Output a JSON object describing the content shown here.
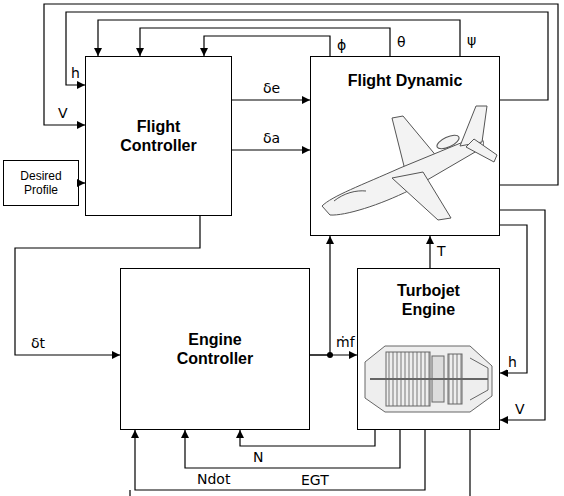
{
  "diagram": {
    "nodes": [
      {
        "text": [
          "Flight Controller"
        ]
      },
      {
        "text": [
          "Flight Dynamic"
        ]
      },
      {
        "text": [
          "Desired Profile"
        ]
      },
      {
        "text": [
          "Engine Controller"
        ]
      },
      {
        "text": [
          "Turbojet Engine"
        ]
      }
    ],
    "edges": [
      {
        "from": 2,
        "to": 0,
        "arrow": "to"
      },
      {
        "from": 0,
        "to": 1,
        "label": "δe",
        "arrow": "to"
      },
      {
        "from": 0,
        "to": 1,
        "label": "δa",
        "arrow": "to"
      },
      {
        "from": 1,
        "to": 0,
        "label": "ϕ",
        "arrow": "to"
      },
      {
        "from": 1,
        "to": 0,
        "label": "θ",
        "arrow": "to"
      },
      {
        "from": 1,
        "to": 0,
        "label": "ψ",
        "arrow": "to"
      },
      {
        "from": 1,
        "to": 0,
        "label": "h",
        "arrow": "to"
      },
      {
        "from": 1,
        "to": 0,
        "label": "V",
        "arrow": "to"
      },
      {
        "from": 0,
        "to": 3,
        "label": "δt",
        "arrow": "to"
      },
      {
        "from": 3,
        "to": 4,
        "label": "ṁf",
        "arrow": "to"
      },
      {
        "from": 3,
        "to": 1,
        "arrow": "to"
      },
      {
        "from": 4,
        "to": 1,
        "label": "T",
        "arrow": "to"
      },
      {
        "from": 1,
        "to": 4,
        "label": "h",
        "arrow": "to"
      },
      {
        "from": 1,
        "to": 4,
        "label": "V",
        "arrow": "to"
      },
      {
        "from": 4,
        "to": 3,
        "label": "N",
        "arrow": "to"
      },
      {
        "from": 4,
        "to": 3,
        "label": "Ndot",
        "arrow": "to"
      },
      {
        "from": 4,
        "to": 3,
        "label": "EGT",
        "arrow": "to"
      }
    ]
  }
}
